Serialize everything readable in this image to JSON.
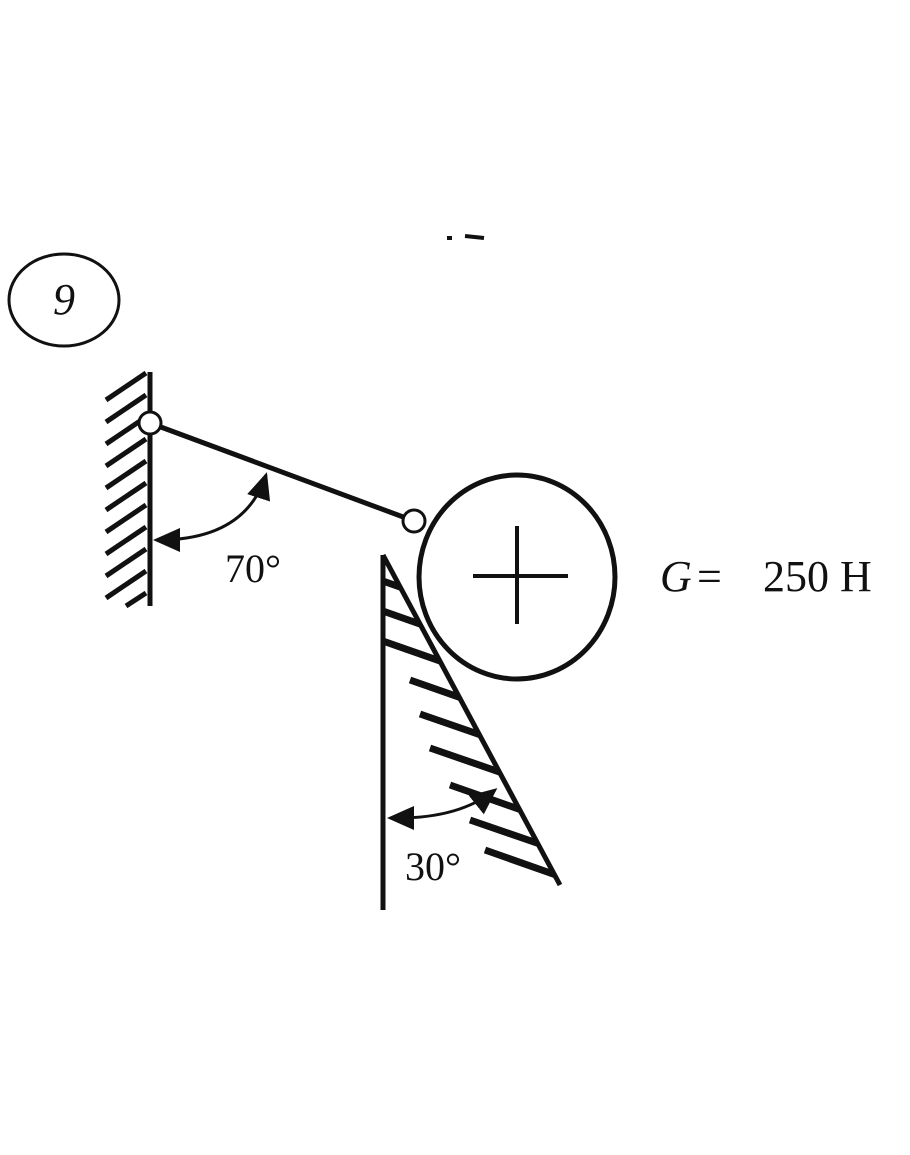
{
  "problem_number": "9",
  "angles": {
    "rod_to_wall": "70°",
    "incline_to_vertical": "30°"
  },
  "load": {
    "symbol": "G",
    "equals": "=",
    "value": "250 H"
  },
  "colors": {
    "ink": "#111111",
    "background": "#ffffff"
  }
}
